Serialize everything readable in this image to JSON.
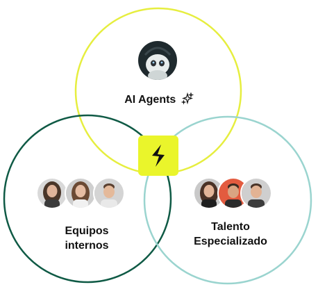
{
  "circles": {
    "ai_agents": {
      "label": "AI Agents",
      "stroke": "#e6ee3f"
    },
    "internal_teams": {
      "label_line1": "Equipos",
      "label_line2": "internos",
      "stroke": "#0f5a45"
    },
    "specialized_talent": {
      "label_line1": "Talento",
      "label_line2": "Especializado",
      "stroke": "#9ad4cf"
    }
  },
  "ai_agents_icon": "sparkles-icon",
  "center_logo": {
    "icon": "s-bolt-logo",
    "color": "#eaf52b"
  },
  "avatars": {
    "internal_teams_count": 3,
    "specialized_talent_count": 3
  }
}
